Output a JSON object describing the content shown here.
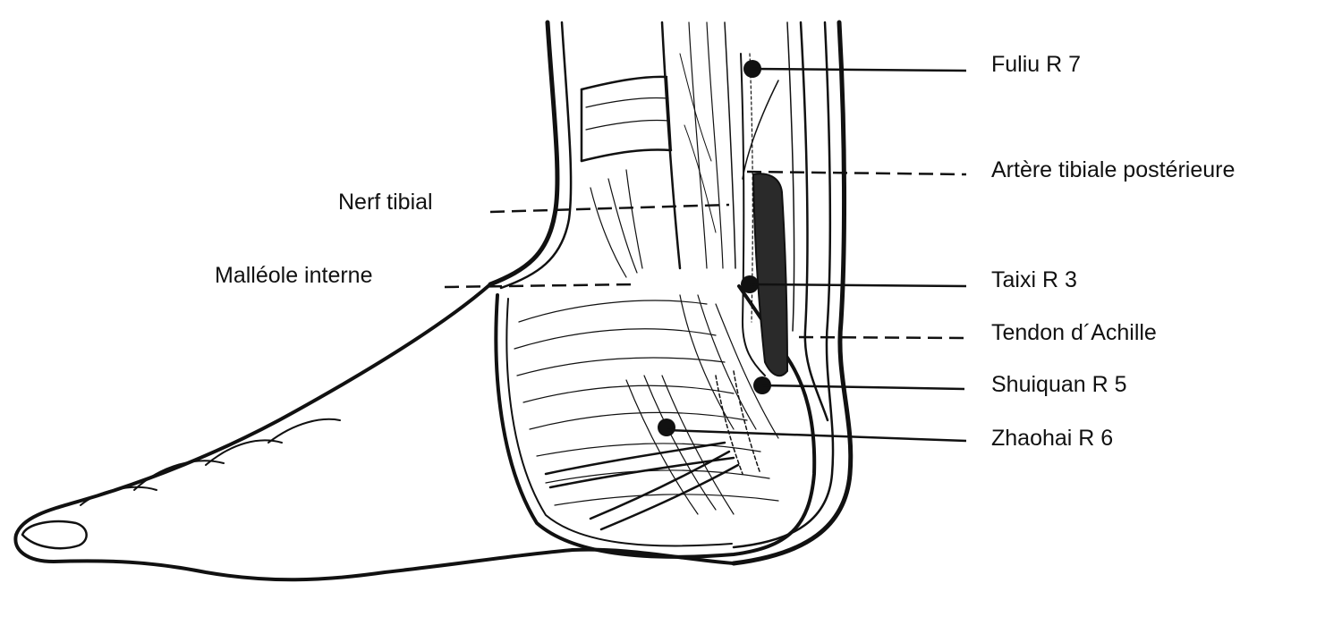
{
  "colors": {
    "ink": "#111111",
    "paper": "#ffffff",
    "tendon_fill": "#2a2a2a"
  },
  "labels": {
    "fuliu": "Fuliu R  7",
    "artere": "Artère tibiale postérieure",
    "nerf": "Nerf tibial",
    "malleole": "Malléole interne",
    "taixi": "Taixi R  3",
    "tendon": "Tendon d´Achille",
    "shuiquan": "Shuiquan R  5",
    "zhaohai": "Zhaohai R  6"
  }
}
